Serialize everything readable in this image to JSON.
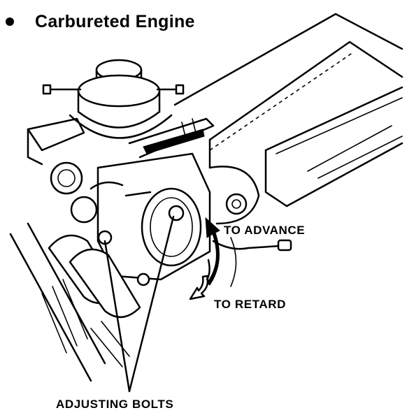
{
  "heading": {
    "bullet_icon": "bullet-dot-icon",
    "title": "Carbureted Engine"
  },
  "labels": {
    "advance": "TO ADVANCE",
    "retard": "TO RETARD",
    "adjusting_bolts": "ADJUSTING BOLTS"
  },
  "icons": {
    "engine": "engine-line-drawing",
    "advance_arrow": "curved-arrow-up-icon",
    "retard_arrow": "curved-arrow-down-icon",
    "leader_lines": "leader-line-icon"
  }
}
